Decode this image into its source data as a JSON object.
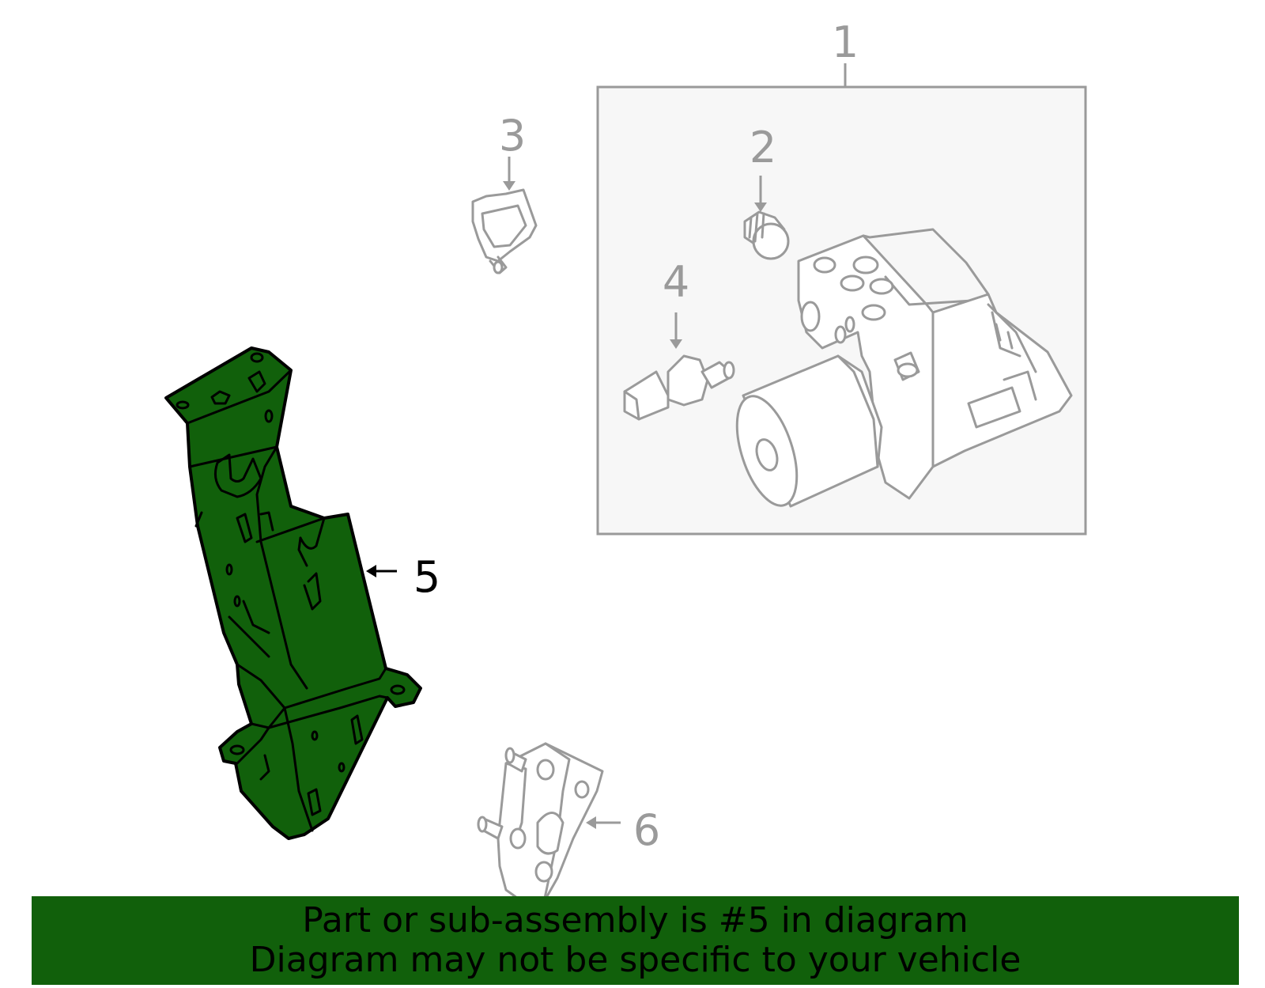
{
  "callouts": [
    {
      "id": "1",
      "label": "1"
    },
    {
      "id": "2",
      "label": "2"
    },
    {
      "id": "3",
      "label": "3"
    },
    {
      "id": "4",
      "label": "4"
    },
    {
      "id": "5",
      "label": "5"
    },
    {
      "id": "6",
      "label": "6"
    }
  ],
  "highlighted_part": "5",
  "colors": {
    "highlight": "#11600b",
    "line_grey": "#9a9a9a",
    "box_fill": "#f7f7f7",
    "banner": "#11600b"
  },
  "banner": {
    "line1": "Part or sub-assembly is #5 in diagram",
    "line2": "Diagram may not be specific to your vehicle"
  }
}
